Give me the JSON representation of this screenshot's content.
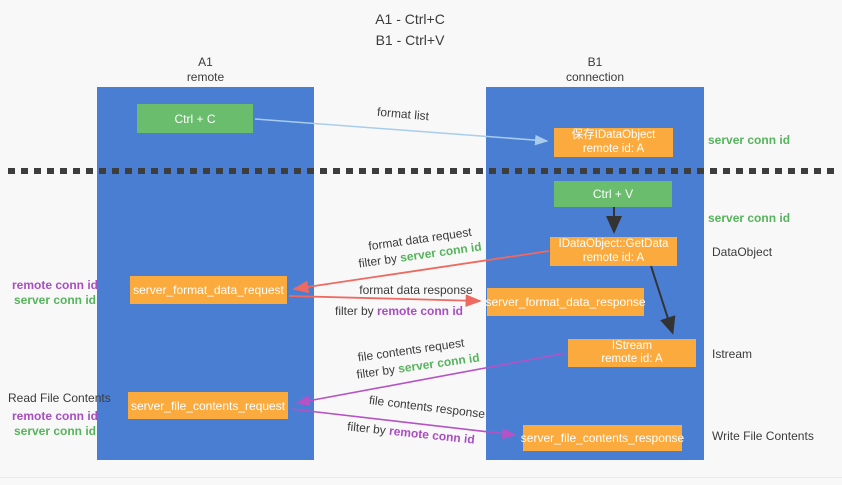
{
  "title": {
    "line1": "A1 - Ctrl+C",
    "line2": "B1 - Ctrl+V"
  },
  "lanes": {
    "left": {
      "title": "A1",
      "subtitle": "remote"
    },
    "right": {
      "title": "B1",
      "subtitle": "connection"
    }
  },
  "nodes": {
    "ctrl_c": {
      "label": "Ctrl + C"
    },
    "ctrl_v": {
      "label": "Ctrl + V"
    },
    "save_dataobject": {
      "line1": "保存IDataObject",
      "line2": "remote id: A"
    },
    "getdata": {
      "line1": "IDataObject::GetData",
      "line2": "remote id: A"
    },
    "istream": {
      "line1": "IStream",
      "line2": "remote id: A"
    },
    "format_request": {
      "label": "server_format_data_request"
    },
    "format_response": {
      "label": "server_format_data_response"
    },
    "file_request": {
      "label": "server_file_contents_request"
    },
    "file_response": {
      "label": "server_file_contents_response"
    }
  },
  "arrow_labels": {
    "format_list": "format list",
    "format_data_request": "format data request",
    "format_data_response": "format data response",
    "file_contents_request": "file contents request",
    "file_contents_response": "file contents response",
    "filter_by": "filter by ",
    "server_conn_id": "server conn id",
    "remote_conn_id": "remote conn id"
  },
  "side_labels": {
    "server_conn_id_top": "server conn id",
    "server_conn_id_mid": "server conn id",
    "dataobject": "DataObject",
    "istream": "Istream",
    "write_file_contents": "Write File Contents",
    "read_file_contents": "Read File Contents",
    "remote_conn_id_fmt": "remote conn id",
    "server_conn_id_fmt": "server conn id",
    "remote_conn_id_file": "remote conn id",
    "server_conn_id_file": "server conn id"
  },
  "colors": {
    "lane_blue": "#4a7ed2",
    "box_green": "#69bd6d",
    "box_orange": "#fbaa3e",
    "arrow_lightblue": "#a8cdec",
    "arrow_red": "#ee6a60",
    "arrow_purple": "#b552c5",
    "arrow_black": "#333333",
    "text_green": "#56b45c",
    "text_purple": "#a94ec0",
    "divider_dark": "#3d3d3d"
  }
}
